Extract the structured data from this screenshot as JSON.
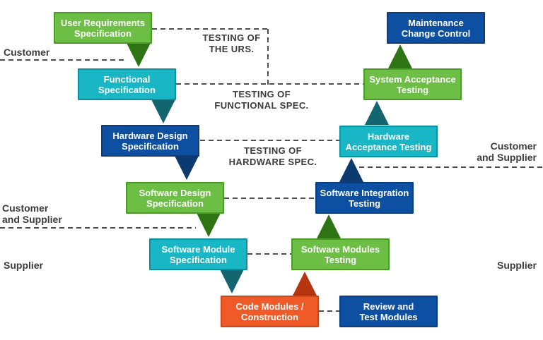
{
  "boxes": [
    {
      "id": "user-requirements-specification",
      "line1": "User Requirements",
      "line2": "Specification",
      "color": "#6CBE45"
    },
    {
      "id": "functional-specification",
      "line1": "Functional",
      "line2": "Specification",
      "color": "#19B7C6"
    },
    {
      "id": "hardware-design-specification",
      "line1": "Hardware Design",
      "line2": "Specification",
      "color": "#0D4FA0"
    },
    {
      "id": "software-design-specification",
      "line1": "Software Design",
      "line2": "Specification",
      "color": "#6CBE45"
    },
    {
      "id": "software-module-specification",
      "line1": "Software Module",
      "line2": "Specification",
      "color": "#19B7C6"
    },
    {
      "id": "code-modules-construction",
      "line1": "Code Modules /",
      "line2": "Construction",
      "color": "#F05A28"
    },
    {
      "id": "review-and-test-modules",
      "line1": "Review and",
      "line2": "Test Modules",
      "color": "#0D4FA0"
    },
    {
      "id": "software-modules-testing",
      "line1": "Software Modules",
      "line2": "Testing",
      "color": "#6CBE45"
    },
    {
      "id": "software-integration-testing",
      "line1": "Software Integration",
      "line2": "Testing",
      "color": "#0D4FA0"
    },
    {
      "id": "hardware-acceptance-testing",
      "line1": "Hardware",
      "line2": "Acceptance Testing",
      "color": "#19B7C6"
    },
    {
      "id": "system-acceptance-testing",
      "line1": "System Acceptance",
      "line2": "Testing",
      "color": "#6CBE45"
    },
    {
      "id": "maintenance-change-control",
      "line1": "Maintenance",
      "line2": "Change Control",
      "color": "#0D4FA0"
    }
  ],
  "testing_labels": [
    {
      "id": "testing-of-the-urs",
      "line1": "TESTING OF",
      "line2": "THE URS."
    },
    {
      "id": "testing-of-functional-spec",
      "line1": "TESTING OF",
      "line2": "FUNCTIONAL SPEC."
    },
    {
      "id": "testing-of-hardware-spec",
      "line1": "TESTING OF",
      "line2": "HARDWARE SPEC."
    }
  ],
  "region_labels": {
    "left_customer": "Customer",
    "left_customer_supplier_line1": "Customer",
    "left_customer_supplier_line2": "and Supplier",
    "left_supplier": "Supplier",
    "right_customer_supplier_line1": "Customer",
    "right_customer_supplier_line2": "and Supplier",
    "right_supplier": "Supplier"
  },
  "colors": {
    "box_green": "#6CBE45",
    "box_green_border": "#4A9B27",
    "box_cyan": "#19B7C6",
    "box_cyan_border": "#0E8FA0",
    "box_blue": "#0D4FA0",
    "box_blue_border": "#0A3C7E",
    "box_orange": "#F05A28",
    "box_orange_border": "#C8491C",
    "arrow_dark_green": "#2E7414",
    "arrow_dark_teal": "#136570",
    "arrow_dark_navy": "#0D3A6E",
    "arrow_dark_red": "#B5350F",
    "dashed_line": "#4D4D4D",
    "label_text": "#3C3C3C",
    "box_text": "#FFFFFF"
  }
}
